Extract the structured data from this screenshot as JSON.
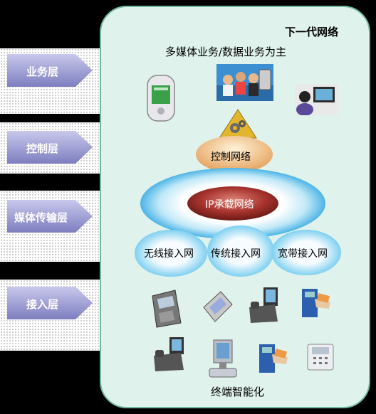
{
  "diagram": {
    "title": "下一代网络",
    "subtitle": "多媒体业务/数据业务为主",
    "bottom_label": "终端智能化",
    "layers": [
      {
        "label": "业务层"
      },
      {
        "label": "控制层"
      },
      {
        "label": "媒体传输层"
      },
      {
        "label": "接入层"
      }
    ],
    "nodes": {
      "control_network": "控制网络",
      "ip_network": "IP承载网络",
      "wireless_access": "无线接入网",
      "traditional_access": "传统接入网",
      "broadband_access": "宽带接入网"
    },
    "icons": {
      "service": [
        "pda-phone-icon",
        "people-group-photo-icon",
        "video-call-user-icon"
      ],
      "control": "gear-pyramid-icon",
      "terminals": [
        "desk-phone-icon",
        "pocket-pc-icon",
        "video-phone-icon",
        "card-terminal-icon",
        "video-phone-2-icon",
        "video-kiosk-icon",
        "card-terminal-2-icon",
        "ip-phone-icon"
      ]
    },
    "colors": {
      "panel_bg": "#dff2ec",
      "panel_border": "#6fb8a4",
      "arrow_fill": "#9b9bd2",
      "ip_core": "#a5322c",
      "cloud_blue": "#7fd0f0",
      "control_node": "#f0c089"
    }
  }
}
